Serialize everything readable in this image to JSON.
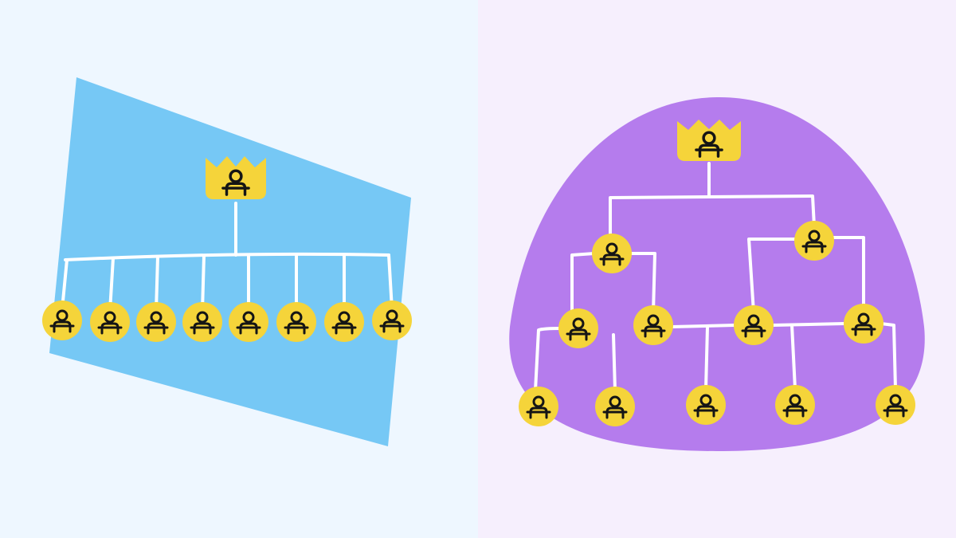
{
  "colors": {
    "left_background": "#eef7ff",
    "right_background": "#f6effd",
    "flat_shape": "#76c8f5",
    "hierarchy_shape": "#b57ced",
    "member_badge": "#f5d43a",
    "leader_crown": "#f5d43a",
    "connector": "#ffffff",
    "icon_ink": "#151515"
  },
  "icons": {
    "leader": "crown-person-icon",
    "member": "person-icon"
  },
  "flat_structure": {
    "shape": "trapezoid",
    "leader_count": 1,
    "member_count": 8,
    "levels": 2
  },
  "hierarchical_structure": {
    "shape": "dome",
    "leader_count": 1,
    "levels": 4,
    "members_per_level": [
      2,
      4,
      5
    ]
  }
}
